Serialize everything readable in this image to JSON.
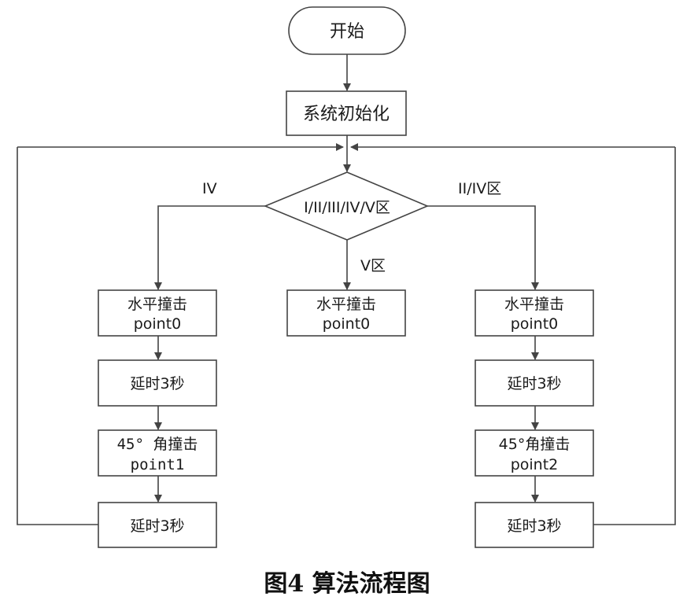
{
  "flowchart": {
    "start": "开始",
    "init": "系统初始化",
    "decision": "I/II/III/IV/V区",
    "branch_left_label": "IV",
    "branch_mid_label": "V区",
    "branch_right_label": "II/IV区",
    "left": {
      "b1_l1": "水平撞击",
      "b1_l2": "point0",
      "b2": "延时3秒",
      "b3_l1": "45° 角撞击",
      "b3_l2": "point1",
      "b4": "延时3秒"
    },
    "mid": {
      "b1_l1": "水平撞击",
      "b1_l2": "point0"
    },
    "right": {
      "b1_l1": "水平撞击",
      "b1_l2": "point0",
      "b2": "延时3秒",
      "b3_l1": "45°角撞击",
      "b3_l2": "point2",
      "b4": "延时3秒"
    }
  },
  "caption": "图4  算法流程图"
}
